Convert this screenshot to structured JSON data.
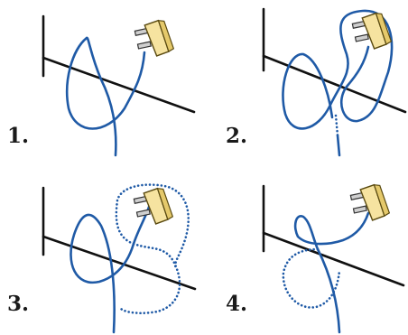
{
  "steps": [
    {
      "label": "1."
    },
    {
      "label": "2."
    },
    {
      "label": "3."
    },
    {
      "label": "4."
    }
  ],
  "colors": {
    "cord": "#1f5aa6",
    "plug": "#f6e3a0",
    "line": "#111111"
  },
  "icons": [
    "plug-icon"
  ]
}
